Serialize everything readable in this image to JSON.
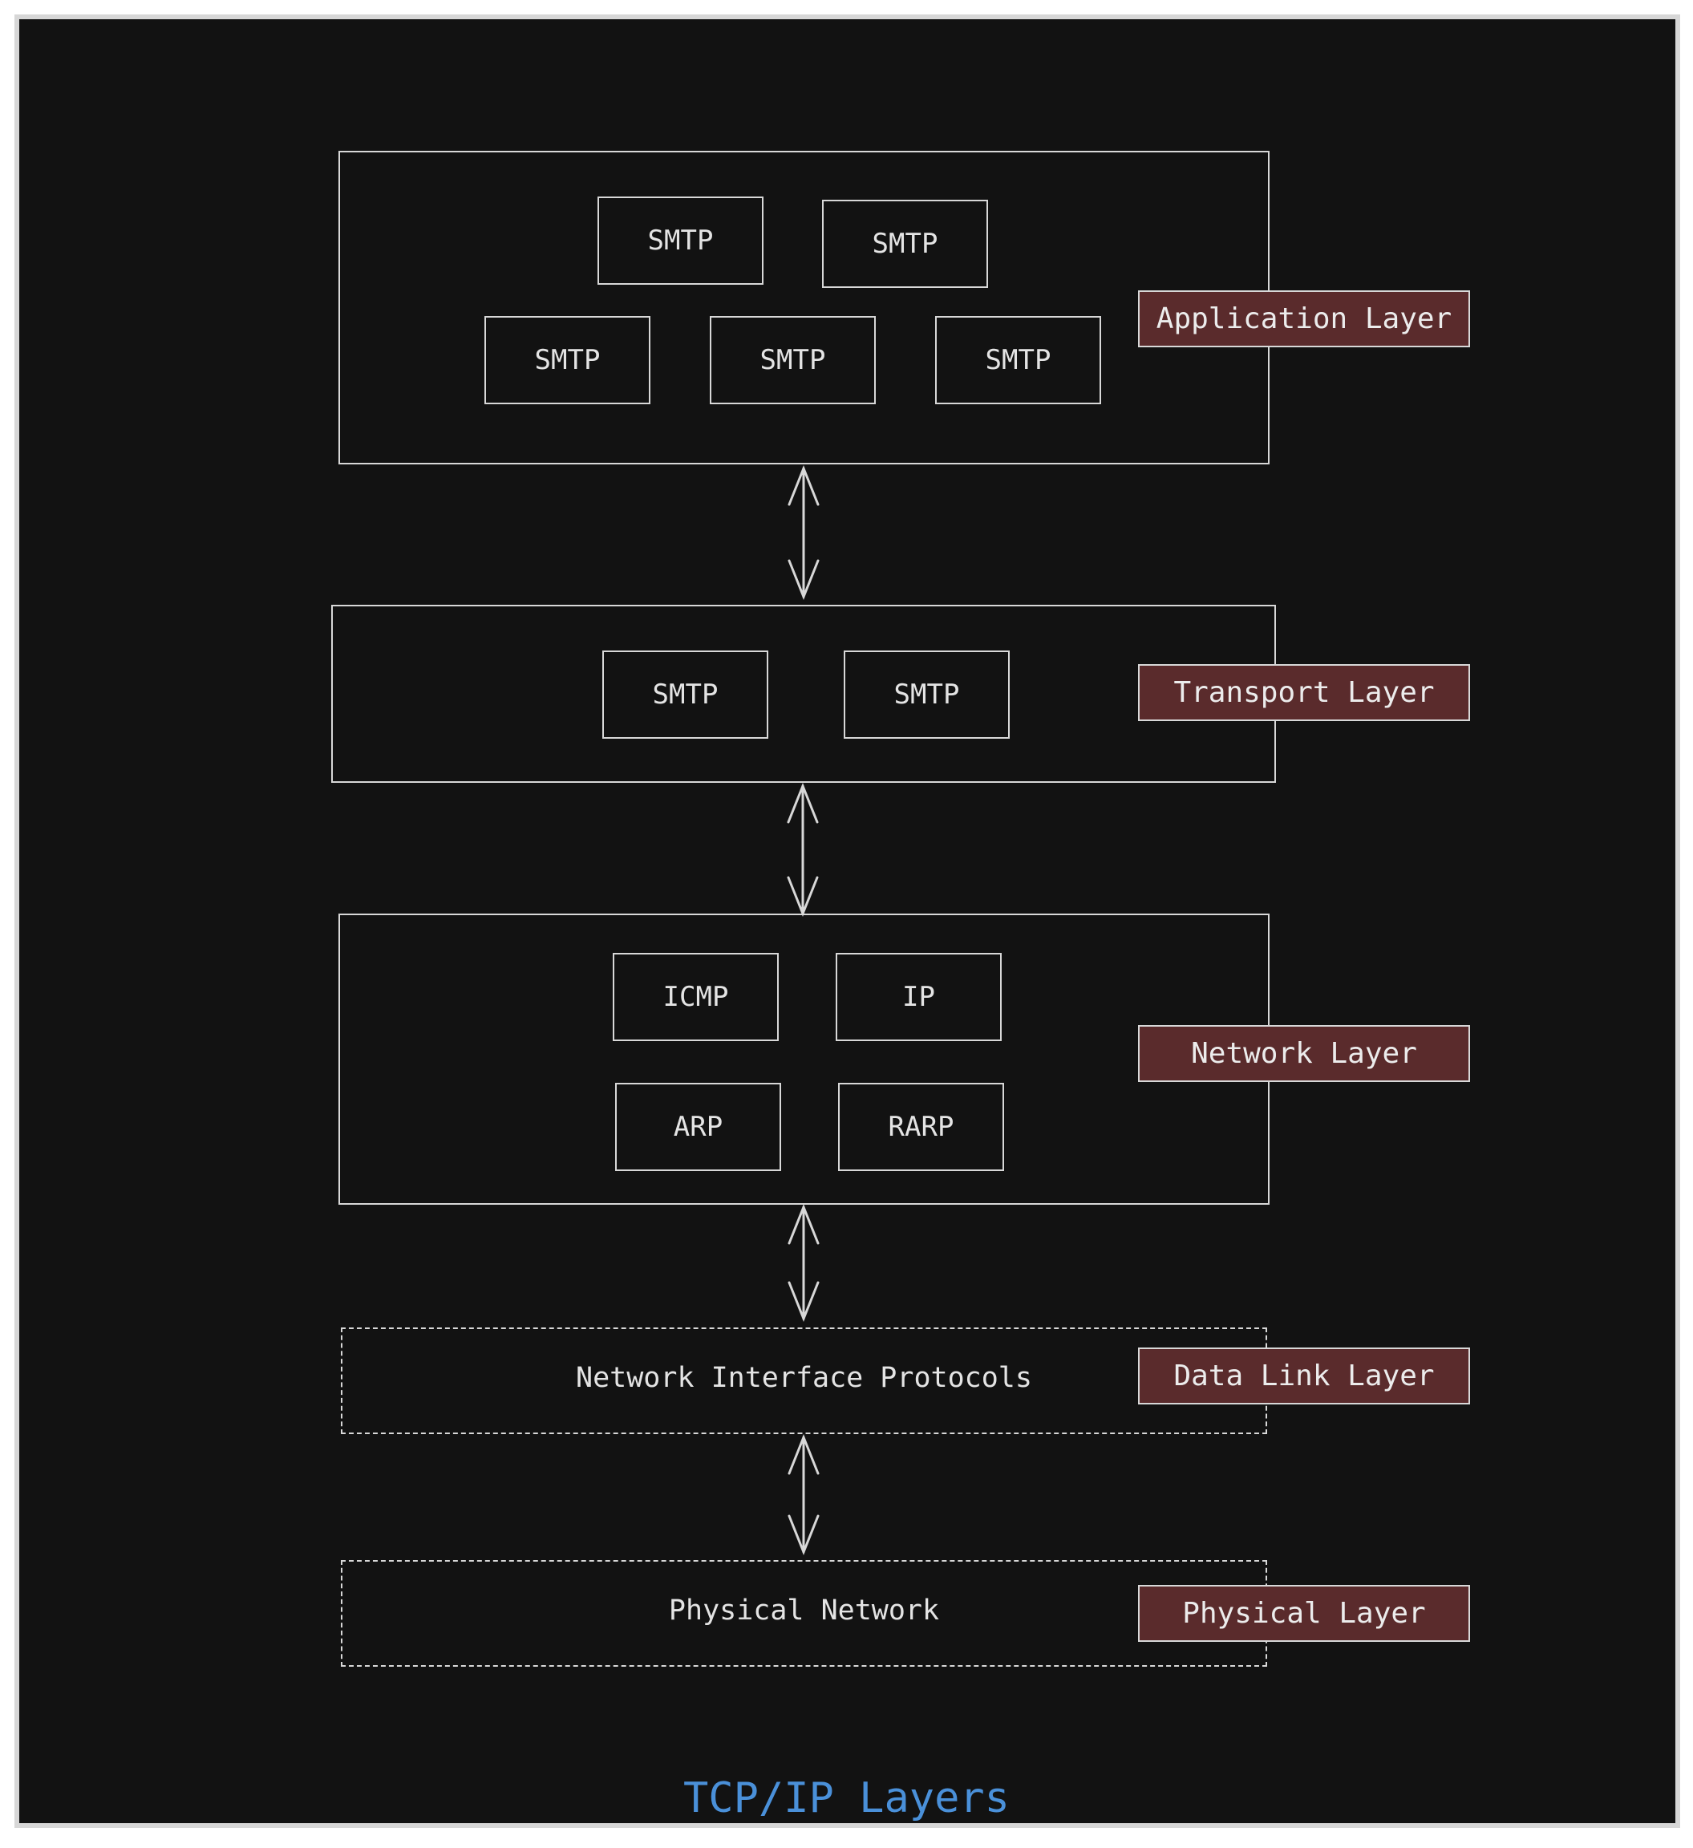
{
  "title": "TCP/IP Layers",
  "colors": {
    "background": "#121212",
    "stroke": "#d8d8d8",
    "tag_fill": "#5a2b2c",
    "title": "#4a90d9"
  },
  "layers": {
    "application": {
      "label": "Application Layer",
      "protocols": [
        "SMTP",
        "SMTP",
        "SMTP",
        "SMTP",
        "SMTP"
      ]
    },
    "transport": {
      "label": "Transport Layer",
      "protocols": [
        "SMTP",
        "SMTP"
      ]
    },
    "network": {
      "label": "Network Layer",
      "protocols": [
        "ICMP",
        "IP",
        "ARP",
        "RARP"
      ]
    },
    "data_link": {
      "label": "Data Link Layer",
      "content": "Network Interface Protocols"
    },
    "physical": {
      "label": "Physical Layer",
      "content": "Physical Network"
    }
  },
  "connectors": [
    {
      "from": "Application Layer",
      "to": "Transport Layer",
      "type": "bidirectional-arrow"
    },
    {
      "from": "Transport Layer",
      "to": "Network Layer",
      "type": "bidirectional-arrow"
    },
    {
      "from": "Network Layer",
      "to": "Data Link Layer",
      "type": "bidirectional-arrow"
    },
    {
      "from": "Data Link Layer",
      "to": "Physical Layer",
      "type": "bidirectional-arrow"
    }
  ]
}
